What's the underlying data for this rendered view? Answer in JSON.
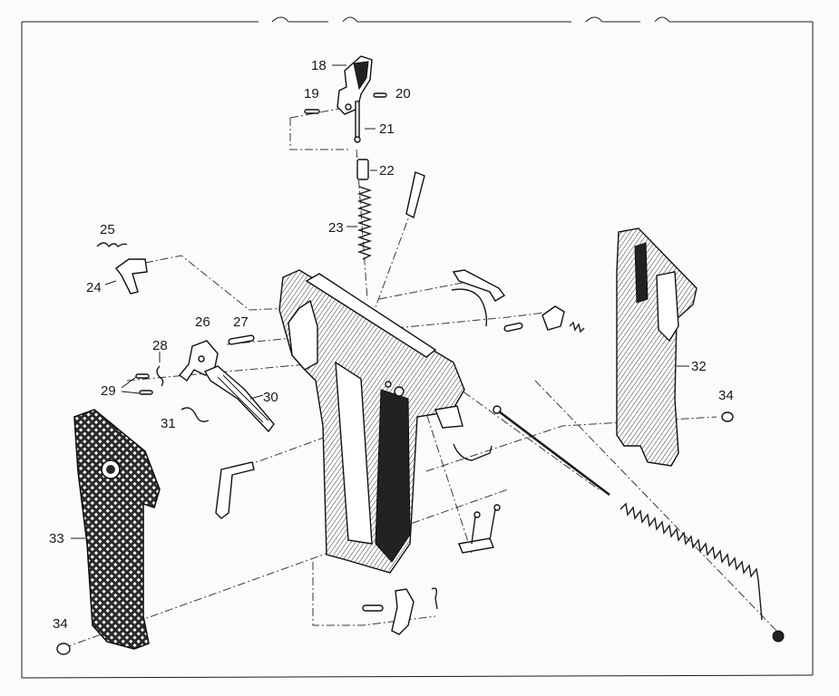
{
  "diagram": {
    "labels": [
      {
        "id": "18",
        "text": "18"
      },
      {
        "id": "19",
        "text": "19"
      },
      {
        "id": "20",
        "text": "20"
      },
      {
        "id": "21",
        "text": "21"
      },
      {
        "id": "22",
        "text": "22"
      },
      {
        "id": "23",
        "text": "23"
      },
      {
        "id": "24",
        "text": "24"
      },
      {
        "id": "25",
        "text": "25"
      },
      {
        "id": "26",
        "text": "26"
      },
      {
        "id": "27",
        "text": "27"
      },
      {
        "id": "28",
        "text": "28"
      },
      {
        "id": "29",
        "text": "29"
      },
      {
        "id": "30",
        "text": "30"
      },
      {
        "id": "31",
        "text": "31"
      },
      {
        "id": "32",
        "text": "32"
      },
      {
        "id": "33",
        "text": "33"
      },
      {
        "id": "34a",
        "text": "34"
      },
      {
        "id": "34b",
        "text": "34"
      }
    ]
  }
}
